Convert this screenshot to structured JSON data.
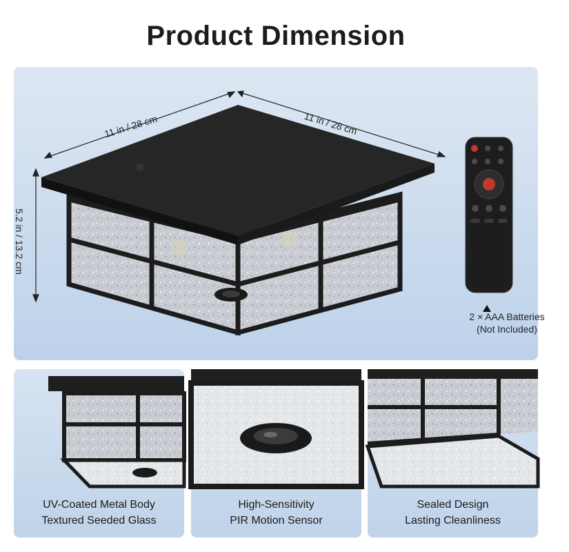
{
  "title": "Product Dimension",
  "dimensions": {
    "width_label": "11 in / 28 cm",
    "depth_label": "11 in / 28 cm",
    "height_label": "5.2 in / 13.2 cm"
  },
  "remote": {
    "battery_line1": "2 × AAA Batteries",
    "battery_line2": "(Not Included)"
  },
  "features": [
    {
      "line1": "UV-Coated Metal Body",
      "line2": "Textured Seeded Glass"
    },
    {
      "line1": "High-Sensitivity",
      "line2": "PIR Motion Sensor"
    },
    {
      "line1": "Sealed Design",
      "line2": "Lasting Cleanliness"
    }
  ]
}
